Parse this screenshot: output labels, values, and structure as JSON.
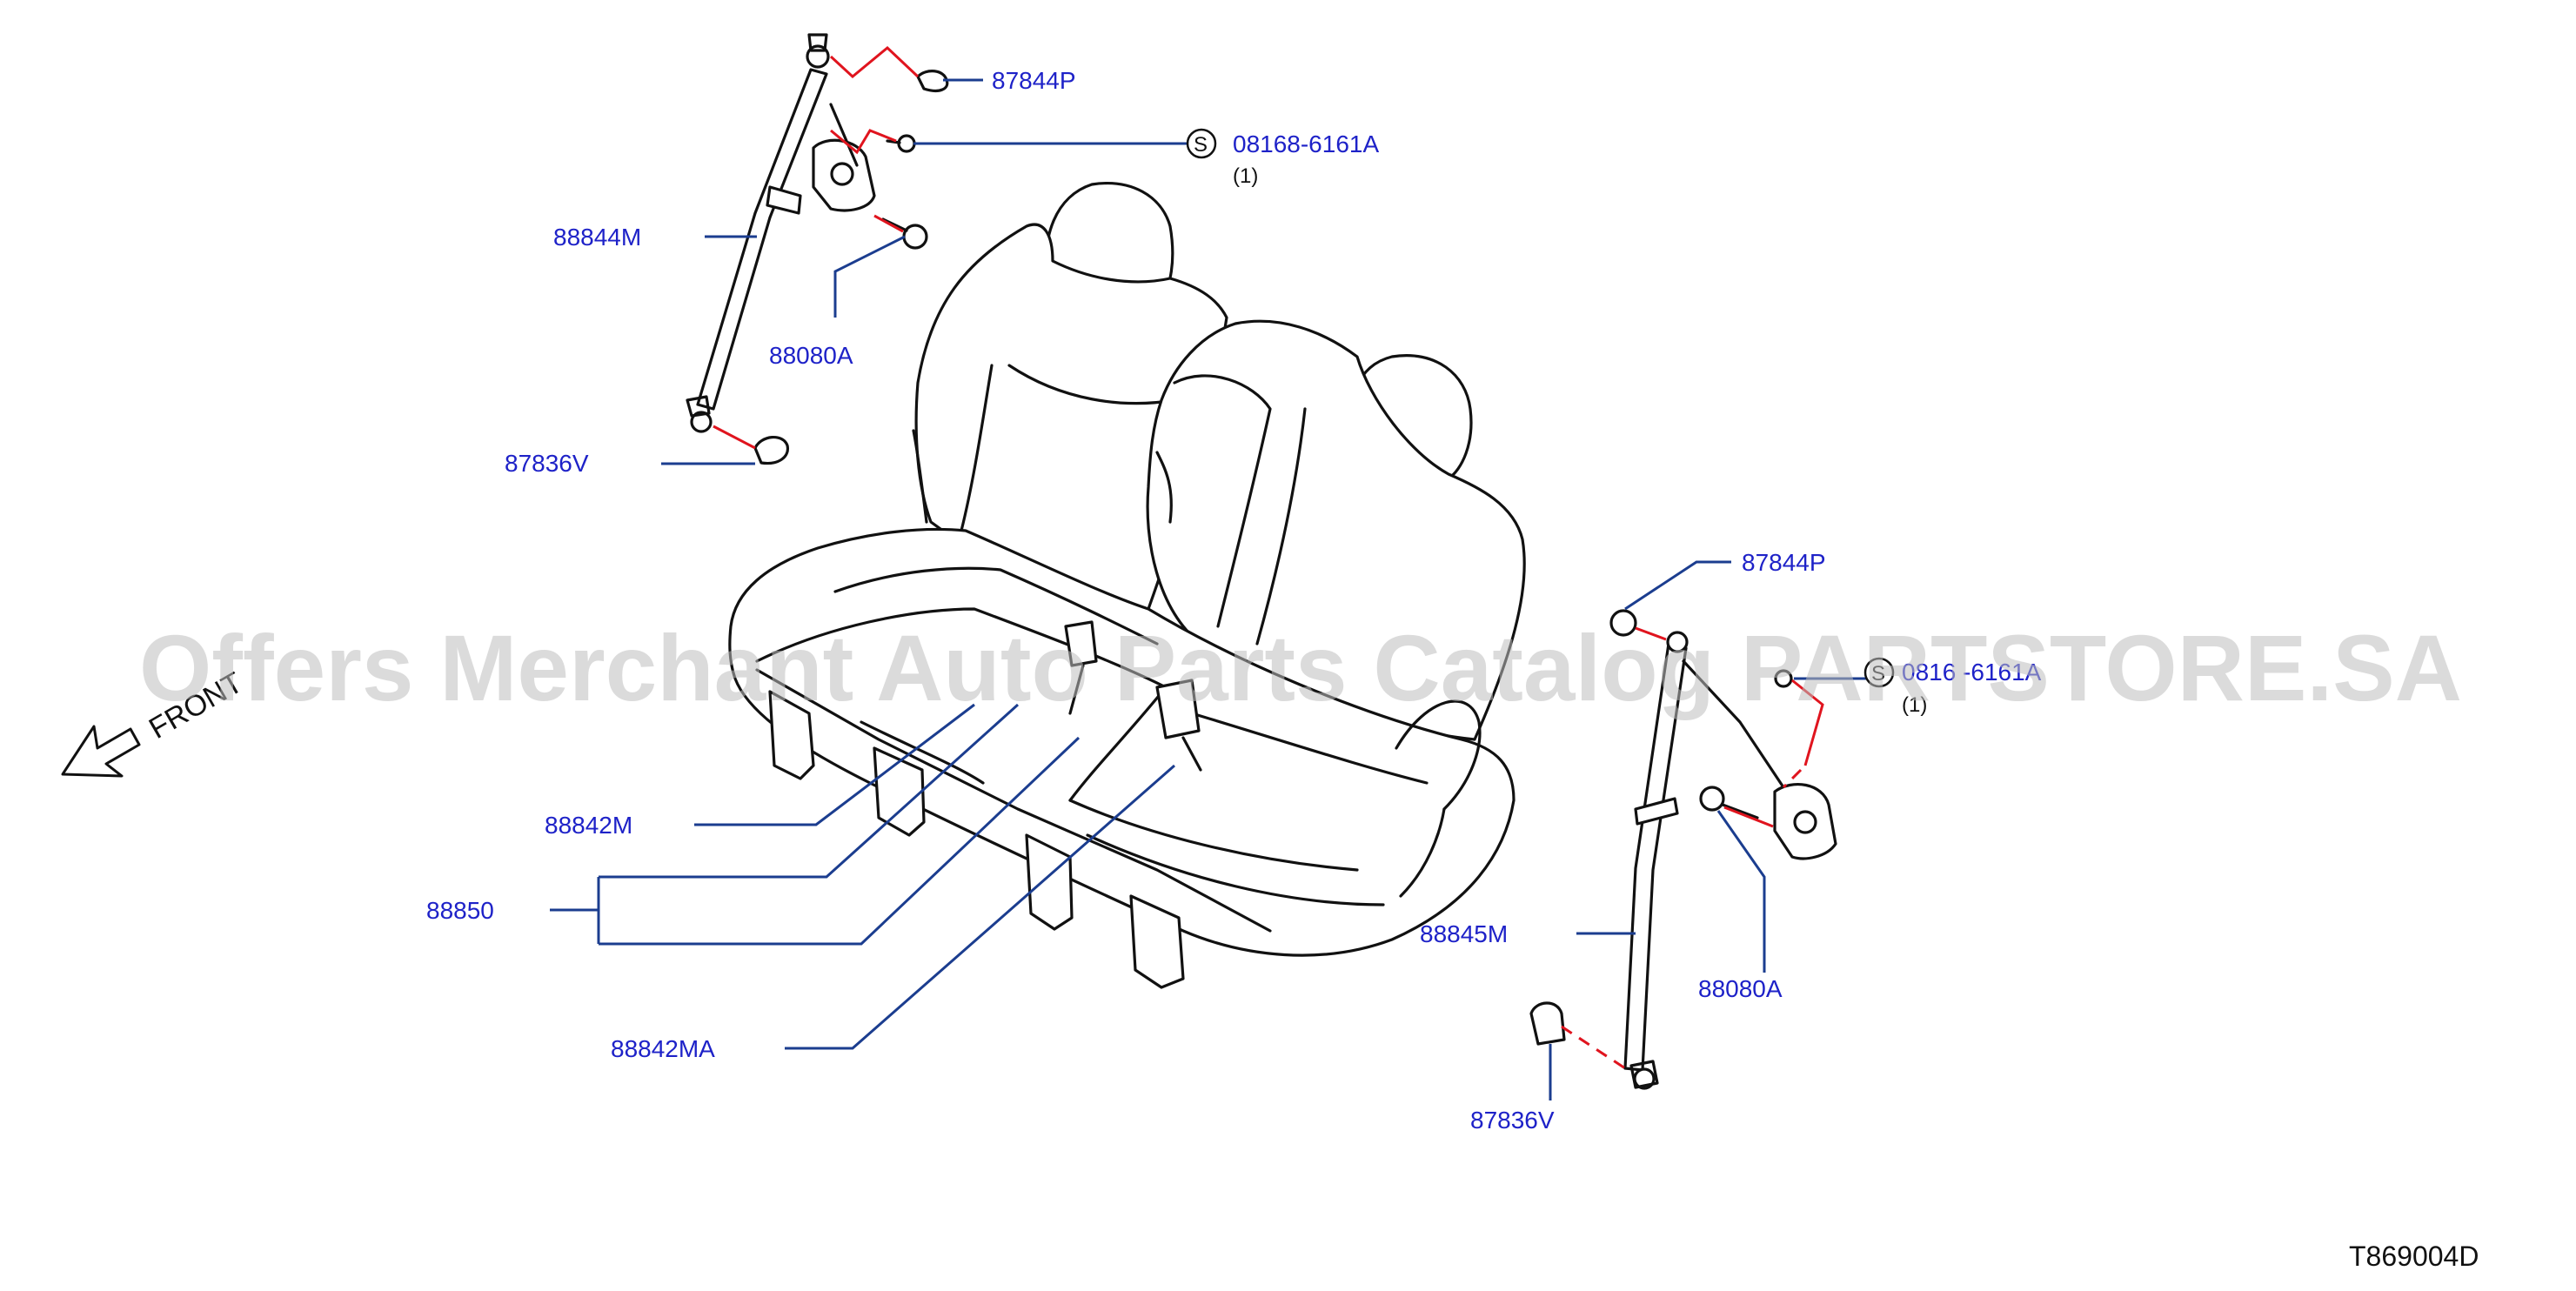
{
  "parts": {
    "p87844p_left": "87844P",
    "p08168_left": "08168-6161A",
    "p08168_left_qty": "(1)",
    "p88844m": "88844M",
    "p88080a_left": "88080A",
    "p87836v_left": "87836V",
    "p88842m": "88842M",
    "p88850": "88850",
    "p88842ma": "88842MA",
    "p87844p_right": "87844P",
    "p08168_right": "0816 -6161A",
    "p08168_right_qty": "(1)",
    "p88845m": "88845M",
    "p88080a_right": "88080A",
    "p87836v_right": "87836V"
  },
  "symbols": {
    "standard_part": "S"
  },
  "front_label": "FRONT",
  "sheet_id": "T869004D",
  "watermark": "Offers Merchant Auto Parts Catalog PARTSTORE.SA",
  "colors": {
    "label": "#1e22c8",
    "leader": "#1b3d8f",
    "connector": "#e0141e",
    "outline": "#111111"
  }
}
